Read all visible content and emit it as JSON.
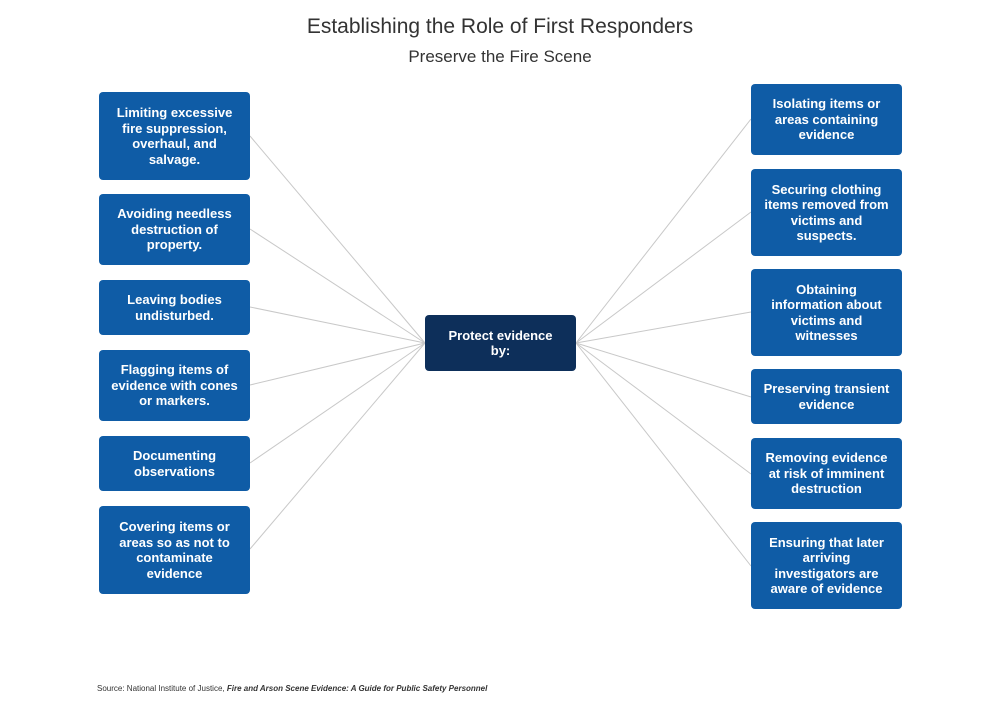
{
  "title": "Establishing the Role of First Responders",
  "subtitle": "Preserve the Fire Scene",
  "center": {
    "label": "Protect evidence by:"
  },
  "left_items": [
    {
      "label": "Limiting excessive fire suppression, overhaul, and salvage."
    },
    {
      "label": "Avoiding needless destruction of property."
    },
    {
      "label": "Leaving bodies undisturbed."
    },
    {
      "label": "Flagging items of evidence with cones or markers."
    },
    {
      "label": "Documenting observations"
    },
    {
      "label": "Covering items or areas so as not to contaminate evidence"
    }
  ],
  "right_items": [
    {
      "label": "Isolating items or areas containing evidence"
    },
    {
      "label": "Securing clothing items removed from victims and suspects."
    },
    {
      "label": "Obtaining information about victims and witnesses"
    },
    {
      "label": "Preserving transient evidence"
    },
    {
      "label": "Removing evidence at risk of imminent destruction"
    },
    {
      "label": "Ensuring that later arriving investigators are aware of evidence"
    }
  ],
  "source": {
    "prefix": "Source: National Institute of Justice, ",
    "publication": "Fire and Arson Scene Evidence: A Guide for Public Safety Personnel"
  },
  "colors": {
    "node_fill": "#0f5ca6",
    "center_fill": "#0d2f5a",
    "connector": "#c8c8c8",
    "text_dark": "#333333"
  }
}
